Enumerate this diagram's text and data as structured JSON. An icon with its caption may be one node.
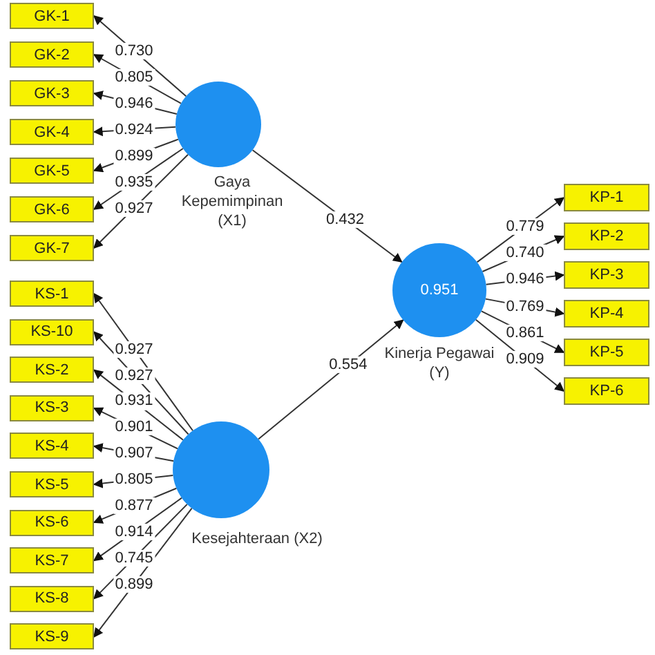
{
  "diagram": {
    "nodes": [
      {
        "text": [
          "GK-1"
        ]
      },
      {
        "text": [
          "GK-2"
        ]
      },
      {
        "text": [
          "GK-3"
        ]
      },
      {
        "text": [
          "GK-4"
        ]
      },
      {
        "text": [
          "GK-5"
        ]
      },
      {
        "text": [
          "GK-6"
        ]
      },
      {
        "text": [
          "GK-7"
        ]
      },
      {
        "text": [
          "Gaya Kepemimpinan (X1)"
        ]
      },
      {
        "text": [
          "KP-1"
        ]
      },
      {
        "text": [
          "KP-2"
        ]
      },
      {
        "text": [
          "KP-3"
        ]
      },
      {
        "text": [
          "KP-4"
        ]
      },
      {
        "text": [
          "KP-5"
        ]
      },
      {
        "text": [
          "KP-6"
        ]
      },
      {
        "text": [
          "0.951",
          "Kinerja Pegawai (Y)"
        ]
      },
      {
        "text": [
          "KS-1"
        ]
      },
      {
        "text": [
          "KS-10"
        ]
      },
      {
        "text": [
          "KS-2"
        ]
      },
      {
        "text": [
          "KS-3"
        ]
      },
      {
        "text": [
          "KS-4"
        ]
      },
      {
        "text": [
          "KS-5"
        ]
      },
      {
        "text": [
          "KS-6"
        ]
      },
      {
        "text": [
          "KS-7"
        ]
      },
      {
        "text": [
          "KS-8"
        ]
      },
      {
        "text": [
          "KS-9"
        ]
      },
      {
        "text": [
          "Kesejahteraan (X2)"
        ]
      }
    ],
    "edges": [
      {
        "from": 7,
        "to": 0,
        "arrow": "to",
        "label": "0.730"
      },
      {
        "from": 7,
        "to": 1,
        "arrow": "to",
        "label": "0.805"
      },
      {
        "from": 7,
        "to": 2,
        "arrow": "to",
        "label": "0.946"
      },
      {
        "from": 7,
        "to": 3,
        "arrow": "to",
        "label": "0.924"
      },
      {
        "from": 7,
        "to": 4,
        "arrow": "to",
        "label": "0.899"
      },
      {
        "from": 7,
        "to": 5,
        "arrow": "to",
        "label": "0.935"
      },
      {
        "from": 7,
        "to": 6,
        "arrow": "to",
        "label": "0.927"
      },
      {
        "from": 7,
        "to": 14,
        "arrow": "to",
        "label": "0.432"
      },
      {
        "from": 25,
        "to": 14,
        "arrow": "to",
        "label": "0.554"
      },
      {
        "from": 14,
        "to": 8,
        "arrow": "to",
        "label": "0.779"
      },
      {
        "from": 14,
        "to": 9,
        "arrow": "to",
        "label": "0.740"
      },
      {
        "from": 14,
        "to": 10,
        "arrow": "to",
        "label": "0.946"
      },
      {
        "from": 14,
        "to": 11,
        "arrow": "to",
        "label": "0.769"
      },
      {
        "from": 14,
        "to": 12,
        "arrow": "to",
        "label": "0.861"
      },
      {
        "from": 14,
        "to": 13,
        "arrow": "to",
        "label": "0.909"
      },
      {
        "from": 25,
        "to": 15,
        "arrow": "to",
        "label": "0.927"
      },
      {
        "from": 25,
        "to": 16,
        "arrow": "to",
        "label": "0.927"
      },
      {
        "from": 25,
        "to": 17,
        "arrow": "to",
        "label": "0.931"
      },
      {
        "from": 25,
        "to": 18,
        "arrow": "to",
        "label": "0.901"
      },
      {
        "from": 25,
        "to": 19,
        "arrow": "to",
        "label": "0.907"
      },
      {
        "from": 25,
        "to": 20,
        "arrow": "to",
        "label": "0.805"
      },
      {
        "from": 25,
        "to": 21,
        "arrow": "to",
        "label": "0.877"
      },
      {
        "from": 25,
        "to": 22,
        "arrow": "to",
        "label": "0.914"
      },
      {
        "from": 25,
        "to": 23,
        "arrow": "to",
        "label": "0.745"
      },
      {
        "from": 25,
        "to": 24,
        "arrow": "to",
        "label": "0.899"
      }
    ]
  }
}
